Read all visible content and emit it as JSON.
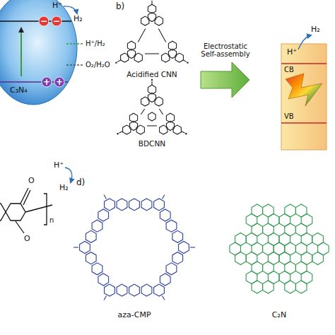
{
  "diagram": {
    "nodes": [
      {
        "text": [
          "C₃N₄"
        ]
      },
      {
        "text": [
          "CB",
          "VB"
        ]
      }
    ],
    "labels": [
      "H⁺",
      "H₂",
      "H⁺/H₂",
      "O₂/H₂O",
      "−",
      "−",
      "+",
      "+",
      "b)",
      "Acidified CNN",
      "BDCNN",
      "Electrostatic Self-assembly",
      "H⁺",
      "H₂",
      "O",
      "O",
      "H⁺",
      "H₂",
      "n",
      "d)",
      "aza-CMP",
      "C₂N"
    ]
  }
}
